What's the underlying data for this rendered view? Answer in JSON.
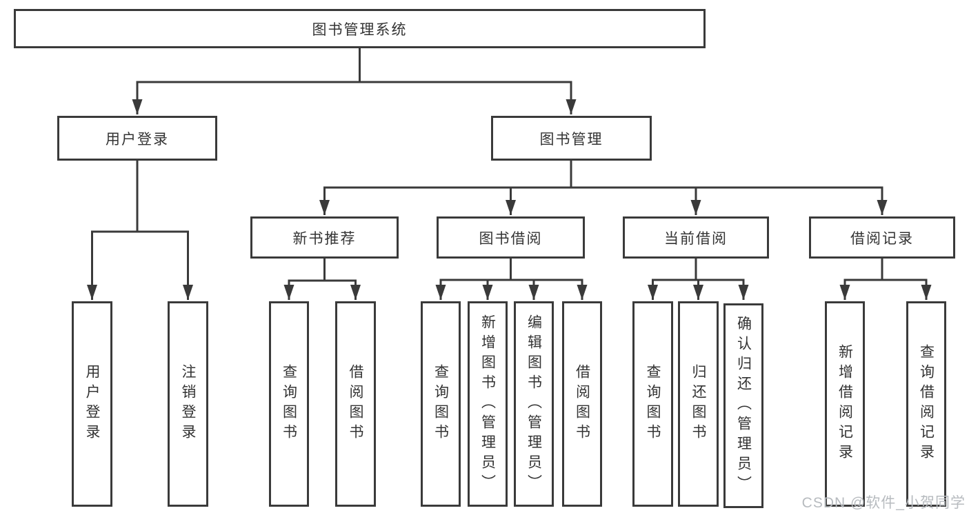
{
  "watermark": "CSDN @软件_小贺同学",
  "colors": {
    "line": "#3a3a3a",
    "box_border": "#3a3a3a",
    "box_fill": "#ffffff",
    "text": "#333333",
    "watermark": "#b7bbbf"
  },
  "tree": {
    "root": {
      "label": "图书管理系统"
    },
    "branches": [
      {
        "label": "用户登录",
        "children": [
          {
            "label": "用户登录"
          },
          {
            "label": "注销登录"
          }
        ]
      },
      {
        "label": "图书管理",
        "children": [
          {
            "label": "新书推荐",
            "children": [
              {
                "label": "查询图书"
              },
              {
                "label": "借阅图书"
              }
            ]
          },
          {
            "label": "图书借阅",
            "children": [
              {
                "label": "查询图书"
              },
              {
                "label": "新增图书（管理员）"
              },
              {
                "label": "编辑图书（管理员）"
              },
              {
                "label": "借阅图书"
              }
            ]
          },
          {
            "label": "当前借阅",
            "children": [
              {
                "label": "查询图书"
              },
              {
                "label": "归还图书"
              },
              {
                "label": "确认归还（管理员）"
              }
            ]
          },
          {
            "label": "借阅记录",
            "children": [
              {
                "label": "新增借阅记录"
              },
              {
                "label": "查询借阅记录"
              }
            ]
          }
        ]
      }
    ]
  }
}
